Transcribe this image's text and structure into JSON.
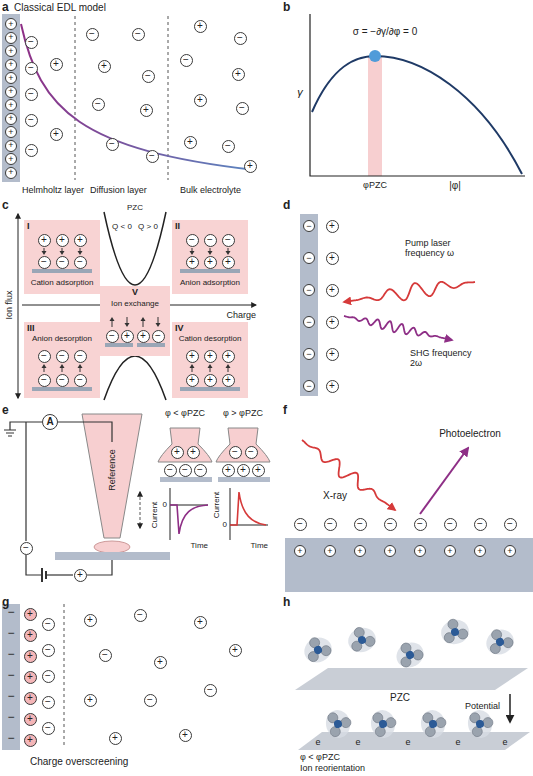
{
  "diagram": {
    "nodes": [
      {
        "text": [
          "+"
        ]
      },
      {
        "text": [
          "+"
        ]
      },
      {
        "text": [
          "+"
        ]
      },
      {
        "text": [
          "+"
        ]
      },
      {
        "text": [
          "+"
        ]
      },
      {
        "text": [
          "+"
        ]
      },
      {
        "text": [
          "+"
        ]
      },
      {
        "text": [
          "+"
        ]
      },
      {
        "text": [
          "+"
        ]
      },
      {
        "text": [
          "+"
        ]
      },
      {
        "text": [
          "+"
        ]
      },
      {
        "text": [
          "+"
        ]
      },
      {
        "text": [
          "−"
        ]
      },
      {
        "text": [
          "−"
        ]
      },
      {
        "text": [
          "+"
        ]
      },
      {
        "text": [
          "−"
        ]
      },
      {
        "text": [
          "−"
        ]
      },
      {
        "text": [
          "+"
        ]
      },
      {
        "text": [
          "−"
        ]
      },
      {
        "text": [
          "−"
        ]
      },
      {
        "text": [
          "−"
        ]
      },
      {
        "text": [
          "+"
        ]
      },
      {
        "text": [
          "−"
        ]
      },
      {
        "text": [
          "−"
        ]
      },
      {
        "text": [
          "+"
        ]
      },
      {
        "text": [
          "−"
        ]
      },
      {
        "text": [
          "−"
        ]
      },
      {
        "text": [
          "+"
        ]
      },
      {
        "text": [
          "−"
        ]
      },
      {
        "text": [
          "−"
        ]
      },
      {
        "text": [
          "+"
        ]
      },
      {
        "text": [
          "+"
        ]
      },
      {
        "text": [
          "−"
        ]
      },
      {
        "text": [
          "+"
        ]
      },
      {
        "text": [
          "−"
        ]
      },
      {
        "text": [
          "+"
        ]
      },
      {
        "text": [
          "I",
          "Cation adsorption"
        ]
      },
      {
        "text": [
          "+"
        ],
        "in": 36
      },
      {
        "text": [
          "+"
        ],
        "in": 36
      },
      {
        "text": [
          "+"
        ],
        "in": 36
      },
      {
        "text": [
          "−"
        ],
        "in": 36
      },
      {
        "text": [
          "−"
        ],
        "in": 36
      },
      {
        "text": [
          "−"
        ],
        "in": 36
      },
      {
        "text": [
          "II",
          "Anion adsorption"
        ]
      },
      {
        "text": [
          "−"
        ],
        "in": 43
      },
      {
        "text": [
          "−"
        ],
        "in": 43
      },
      {
        "text": [
          "−"
        ],
        "in": 43
      },
      {
        "text": [
          "+"
        ],
        "in": 43
      },
      {
        "text": [
          "+"
        ],
        "in": 43
      },
      {
        "text": [
          "+"
        ],
        "in": 43
      },
      {
        "text": [
          "V",
          "Ion exchange"
        ]
      },
      {
        "text": [
          "−"
        ],
        "in": 50
      },
      {
        "text": [
          "+"
        ],
        "in": 50
      },
      {
        "text": [
          "+"
        ],
        "in": 50
      },
      {
        "text": [
          "−"
        ],
        "in": 50
      },
      {
        "text": [
          "III",
          "Anion desorption"
        ]
      },
      {
        "text": [
          "−"
        ],
        "in": 55
      },
      {
        "text": [
          "−"
        ],
        "in": 55
      },
      {
        "text": [
          "−"
        ],
        "in": 55
      },
      {
        "text": [
          "−"
        ],
        "in": 55
      },
      {
        "text": [
          "−"
        ],
        "in": 55
      },
      {
        "text": [
          "−"
        ],
        "in": 55
      },
      {
        "text": [
          "IV",
          "Cation desorption"
        ]
      },
      {
        "text": [
          "+"
        ],
        "in": 62
      },
      {
        "text": [
          "+"
        ],
        "in": 62
      },
      {
        "text": [
          "+"
        ],
        "in": 62
      },
      {
        "text": [
          "+"
        ],
        "in": 62
      },
      {
        "text": [
          "+"
        ],
        "in": 62
      },
      {
        "text": [
          "+"
        ],
        "in": 62
      },
      {
        "text": [
          "−"
        ]
      },
      {
        "text": [
          "−"
        ]
      },
      {
        "text": [
          "−"
        ]
      },
      {
        "text": [
          "−"
        ]
      },
      {
        "text": [
          "−"
        ]
      },
      {
        "text": [
          "−"
        ]
      },
      {
        "text": [
          "+"
        ]
      },
      {
        "text": [
          "+"
        ]
      },
      {
        "text": [
          "+"
        ]
      },
      {
        "text": [
          "+"
        ]
      },
      {
        "text": [
          "+"
        ]
      },
      {
        "text": [
          "+"
        ]
      },
      {
        "text": [
          "A"
        ]
      },
      {
        "text": [
          "−"
        ]
      },
      {
        "text": [
          "+"
        ]
      },
      {
        "text": [
          "+"
        ]
      },
      {
        "text": [
          "+"
        ]
      },
      {
        "text": [
          "−"
        ]
      },
      {
        "text": [
          "−"
        ]
      },
      {
        "text": [
          "−"
        ]
      },
      {
        "text": [
          "−"
        ]
      },
      {
        "text": [
          "−"
        ]
      },
      {
        "text": [
          "+"
        ]
      },
      {
        "text": [
          "+"
        ]
      },
      {
        "text": [
          "+"
        ]
      },
      {
        "text": [
          "−"
        ]
      },
      {
        "text": [
          "−"
        ]
      },
      {
        "text": [
          "−"
        ]
      },
      {
        "text": [
          "−"
        ]
      },
      {
        "text": [
          "−"
        ]
      },
      {
        "text": [
          "−"
        ]
      },
      {
        "text": [
          "−"
        ]
      },
      {
        "text": [
          "−"
        ]
      },
      {
        "text": [
          "+"
        ]
      },
      {
        "text": [
          "+"
        ]
      },
      {
        "text": [
          "+"
        ]
      },
      {
        "text": [
          "+"
        ]
      },
      {
        "text": [
          "+"
        ]
      },
      {
        "text": [
          "+"
        ]
      },
      {
        "text": [
          "+"
        ]
      },
      {
        "text": [
          "+"
        ]
      },
      {
        "text": [
          "+"
        ]
      },
      {
        "text": [
          "+"
        ]
      },
      {
        "text": [
          "+"
        ]
      },
      {
        "text": [
          "+"
        ]
      },
      {
        "text": [
          "+"
        ]
      },
      {
        "text": [
          "+"
        ]
      },
      {
        "text": [
          "+"
        ]
      },
      {
        "text": [
          "−"
        ]
      },
      {
        "text": [
          "−"
        ]
      },
      {
        "text": [
          "−"
        ]
      },
      {
        "text": [
          "−"
        ]
      },
      {
        "text": [
          "−"
        ]
      },
      {
        "text": [
          "+"
        ]
      },
      {
        "text": [
          "−"
        ]
      },
      {
        "text": [
          "+"
        ]
      },
      {
        "text": [
          "−"
        ]
      },
      {
        "text": [
          "+"
        ]
      },
      {
        "text": [
          "+"
        ]
      },
      {
        "text": [
          "+"
        ]
      },
      {
        "text": [
          "−"
        ]
      },
      {
        "text": [
          "−"
        ]
      },
      {
        "text": [
          "+"
        ]
      },
      {
        "text": [
          "+"
        ]
      }
    ],
    "labels": [
      "a",
      "Classical EDL model",
      "Helmholtz layer",
      "Diffusion layer",
      "Bulk electrolyte",
      "b",
      "σ = −∂γ/∂φ = 0",
      "γ",
      "φPZC",
      "|φ|",
      "c",
      "PZC",
      "Q < 0",
      "Q > 0",
      "Ion flux",
      "Charge",
      "d",
      "Pump laser frequency ω",
      "SHG frequency 2ω",
      "e",
      "Reference",
      "φ < φPZC",
      "φ > φPZC",
      "Current",
      "0",
      "Time",
      "Current",
      "0",
      "Time",
      "f",
      "X-ray",
      "Photoelectron",
      "g",
      "−",
      "−",
      "−",
      "−",
      "−",
      "−",
      "−",
      "Charge overscreening",
      "h",
      "PZC",
      "Potential",
      "e",
      "e",
      "e",
      "e",
      "e",
      "φ < φPZC",
      "Ion reorientation"
    ]
  }
}
